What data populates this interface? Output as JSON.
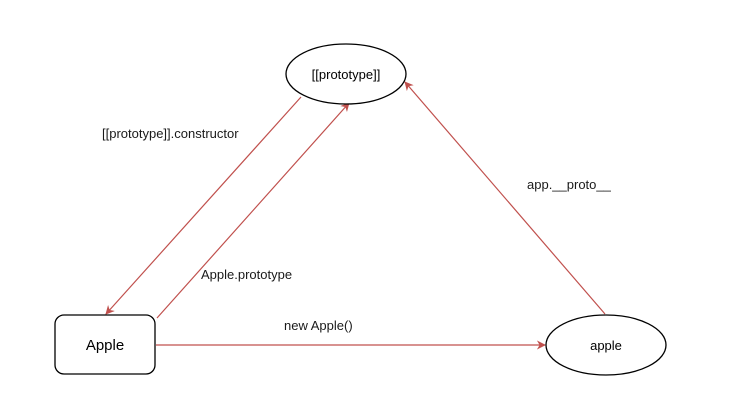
{
  "diagram": {
    "nodes": {
      "prototype": {
        "label": "[[prototype]]",
        "shape": "ellipse"
      },
      "apple_ctor": {
        "label": "Apple",
        "shape": "rounded-rect"
      },
      "apple_instance": {
        "label": "apple",
        "shape": "ellipse"
      }
    },
    "edges": {
      "constructor": {
        "label": "[[prototype]].constructor",
        "from": "[[prototype]]",
        "to": "Apple"
      },
      "prototype_prop": {
        "label": "Apple.prototype",
        "from": "Apple",
        "to": "[[prototype]]"
      },
      "new_call": {
        "label": "new Apple()",
        "from": "Apple",
        "to": "apple"
      },
      "proto_link": {
        "label": "app.__proto__",
        "from": "apple",
        "to": "[[prototype]]"
      }
    },
    "colors": {
      "edge": "#c0504d",
      "node_stroke": "#000000",
      "node_fill": "#ffffff",
      "text": "#000000"
    }
  }
}
